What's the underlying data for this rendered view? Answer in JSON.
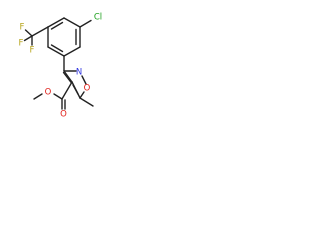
{
  "molecule": {
    "atoms": {
      "chlorine": {
        "label": "Cl",
        "color": "#1fa11f"
      },
      "nitrogen": {
        "label": "N",
        "color": "#2e33e0"
      },
      "ring_oxygen": {
        "label": "O",
        "color": "#e0201a"
      },
      "carbonyl_oxygen": {
        "label": "O",
        "color": "#e0201a"
      },
      "ester_oxygen": {
        "label": "O",
        "color": "#e0201a"
      },
      "fluorine_1": {
        "label": "F",
        "color": "#b8a51d"
      },
      "fluorine_2": {
        "label": "F",
        "color": "#b8a51d"
      },
      "fluorine_3": {
        "label": "F",
        "color": "#b8a51d"
      }
    },
    "bond_color": "#222222"
  }
}
